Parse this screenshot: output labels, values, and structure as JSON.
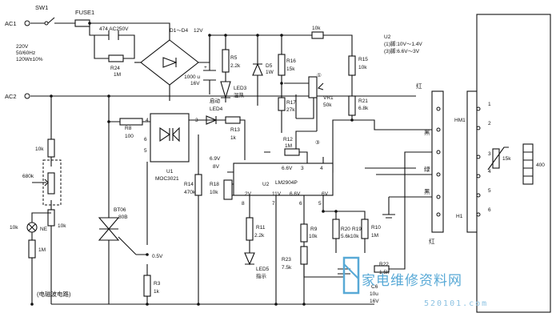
{
  "labels": {
    "sw1": "SW1",
    "fuse": "FUSE1",
    "ac1": "AC1",
    "ac2": "AC2",
    "mains1": "220V",
    "mains2": "50/60Hz",
    "mains3": "120W±10%",
    "cap474": "474 AC250V",
    "r24": "R24",
    "r24v": "1M",
    "bridge": "D1～D4",
    "v12": "12V",
    "c1000a": "1000 u",
    "c1000b": "16V",
    "r5": "R5",
    "r5v": "2.2k",
    "led3": "LED3",
    "led3t": "温热",
    "d5": "D5",
    "d5v": "1W",
    "r16": "R16",
    "r16v": "15k",
    "r17": "R17",
    "r17v": "27k",
    "vr1": "VR1",
    "vr1v": "50k",
    "n1": "①",
    "r15": "R15",
    "r15v": "10k",
    "r21": "R21",
    "r21v": "6.8k",
    "r10ktop": "10k",
    "u2note1": "U2",
    "u2note2": "(1)脚:10V～1.4V",
    "u2note3": "(3)脚:6.6V～3V",
    "red1": "红",
    "black": "黑",
    "green": "绿",
    "blackb": "黑",
    "red2": "红",
    "hm1": "HM1",
    "h1": "H1",
    "thermistor": "15k",
    "heater": "400",
    "c1": "1",
    "c2": "2",
    "c3": "3",
    "c4": "4",
    "c5": "5",
    "c6": "6",
    "r8": "R8",
    "r8v": "100",
    "startup": "启动",
    "led4": "LED4",
    "r13": "R13",
    "r13v": "1k",
    "v69": "6.9V",
    "v8": "8V",
    "u1": "U1",
    "u1p": "MOC3021",
    "p4": "4",
    "p3": "3",
    "p6": "6",
    "p5": "5",
    "r14": "R14",
    "r14v": "470k",
    "r18": "R18",
    "r18v": "10k",
    "r12": "R12",
    "r12v": "1M",
    "n3": "③",
    "u2": "U2",
    "u2p": "LM2904P",
    "u8": "8",
    "u7": "7",
    "u6": "6",
    "u5": "5",
    "u3": "3",
    "u4": "4",
    "v66a": "6.6V",
    "v66b": "6.6V",
    "v2": "2V",
    "v11": "11V",
    "v6": "6V",
    "r11": "R11",
    "r11v": "2.2k",
    "led5": "LED5",
    "led5t": "指示",
    "r9": "R9",
    "r9v": "10k",
    "r20": "R20",
    "r20v": "5.6k",
    "r19": "R19",
    "r19v": "10k",
    "r10": "R10",
    "r10v": "1M",
    "r23": "R23",
    "r23v": "7.5k",
    "r22": "R22",
    "r22v": "1.5k",
    "c6cap": "C6",
    "c6a": "10u",
    "c6b": "16V",
    "k10a": "10k",
    "k680": "680k",
    "k10b": "10k",
    "k10c": "10k",
    "ne": "NE",
    "m1": "1M",
    "bt": "BT06",
    "btv": "80B",
    "v05": "0.5V",
    "r3": "R3",
    "r3v": "1k",
    "caption": "(电磁波电路)",
    "wm1": "家电维修资料网",
    "wm2": "520101.com"
  }
}
